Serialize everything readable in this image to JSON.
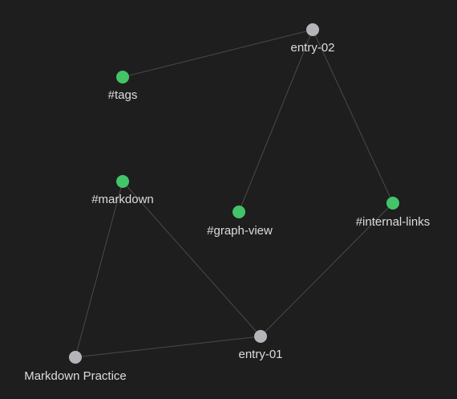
{
  "graph": {
    "colors": {
      "background": "#1e1e1e",
      "edge": "#4a4a4a",
      "tag_node": "#43c468",
      "note_node": "#b5b5b9",
      "label": "#dcddde"
    },
    "nodes": [
      {
        "id": "entry-02",
        "label": "entry-02",
        "kind": "note"
      },
      {
        "id": "tags",
        "label": "#tags",
        "kind": "tag"
      },
      {
        "id": "markdown",
        "label": "#markdown",
        "kind": "tag"
      },
      {
        "id": "graph-view",
        "label": "#graph-view",
        "kind": "tag"
      },
      {
        "id": "internal-links",
        "label": "#internal-links",
        "kind": "tag"
      },
      {
        "id": "entry-01",
        "label": "entry-01",
        "kind": "note"
      },
      {
        "id": "markdown-practice",
        "label": "Markdown Practice",
        "kind": "note"
      }
    ],
    "edges": [
      [
        "entry-02",
        "tags"
      ],
      [
        "entry-02",
        "graph-view"
      ],
      [
        "entry-02",
        "internal-links"
      ],
      [
        "markdown",
        "markdown-practice"
      ],
      [
        "markdown",
        "entry-01"
      ],
      [
        "internal-links",
        "entry-01"
      ],
      [
        "markdown-practice",
        "entry-01"
      ]
    ]
  }
}
